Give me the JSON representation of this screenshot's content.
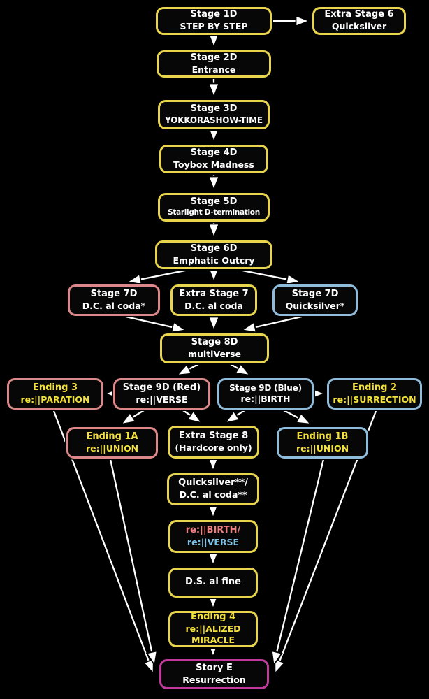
{
  "colors": {
    "yellow": "#e9d44e",
    "red": "#dd8888",
    "blue": "#90bcdc",
    "magenta": "#c03a9c",
    "text-yellow": "#f3e13b",
    "text-red": "#ef8080",
    "text-blue": "#7ec2e6",
    "arrow": "#ffffff",
    "background": "#000000"
  },
  "nodes": {
    "stage1d": {
      "line1": "Stage 1D",
      "line2": "STEP BY STEP"
    },
    "extra6": {
      "line1": "Extra Stage 6",
      "line2": "Quicksilver"
    },
    "stage2d": {
      "line1": "Stage 2D",
      "line2": "Entrance"
    },
    "stage3d": {
      "line1": "Stage 3D",
      "line2": "YOKKORASHOW-TIME"
    },
    "stage4d": {
      "line1": "Stage 4D",
      "line2": "Toybox Madness"
    },
    "stage5d": {
      "line1": "Stage 5D",
      "line2": "Starlight D-termination"
    },
    "stage6d": {
      "line1": "Stage 6D",
      "line2": "Emphatic Outcry"
    },
    "stage7d_red": {
      "line1": "Stage 7D",
      "line2": "D.C. al coda*"
    },
    "extra7": {
      "line1": "Extra Stage 7",
      "line2": "D.C. al coda"
    },
    "stage7d_blue": {
      "line1": "Stage 7D",
      "line2": "Quicksilver*"
    },
    "stage8d": {
      "line1": "Stage 8D",
      "line2": "multiVerse"
    },
    "ending3": {
      "line1": "Ending 3",
      "line2": "re:||PARATION"
    },
    "stage9d_red": {
      "line1": "Stage 9D (Red)",
      "line2": "re:||VERSE"
    },
    "stage9d_blue": {
      "line1": "Stage 9D (Blue)",
      "line2": "re:||BIRTH"
    },
    "ending2": {
      "line1": "Ending 2",
      "line2": "re:||SURRECTION"
    },
    "ending1a": {
      "line1": "Ending 1A",
      "line2": "re:||UNION"
    },
    "extra8": {
      "line1": "Extra Stage 8",
      "line2": "(Hardcore only)"
    },
    "ending1b": {
      "line1": "Ending 1B",
      "line2": "re:||UNION"
    },
    "quicksilver_dc": {
      "line1": "Quicksilver**/",
      "line2": "D.C. al coda**"
    },
    "rebirth_reverse": {
      "line1": "re:||BIRTH/",
      "line2": "re:||VERSE"
    },
    "ds_al_fine": {
      "line1": "D.S. al fine"
    },
    "ending4": {
      "line1": "Ending 4",
      "line2": "re:||ALIZED",
      "line3": "MIRACLE"
    },
    "story_e": {
      "line1": "Story E",
      "line2": "Resurrection"
    }
  },
  "edges": [
    [
      "stage1d",
      "extra6"
    ],
    [
      "stage1d",
      "stage2d"
    ],
    [
      "stage2d",
      "stage3d"
    ],
    [
      "stage3d",
      "stage4d"
    ],
    [
      "stage4d",
      "stage5d"
    ],
    [
      "stage5d",
      "stage6d"
    ],
    [
      "stage6d",
      "stage7d_red"
    ],
    [
      "stage6d",
      "extra7"
    ],
    [
      "stage6d",
      "stage7d_blue"
    ],
    [
      "stage7d_red",
      "stage8d"
    ],
    [
      "extra7",
      "stage8d"
    ],
    [
      "stage7d_blue",
      "stage8d"
    ],
    [
      "stage8d",
      "stage9d_red"
    ],
    [
      "stage8d",
      "stage9d_blue"
    ],
    [
      "stage9d_red",
      "ending3"
    ],
    [
      "stage9d_blue",
      "ending2"
    ],
    [
      "stage9d_red",
      "ending1a"
    ],
    [
      "stage9d_red",
      "extra8"
    ],
    [
      "stage9d_blue",
      "extra8"
    ],
    [
      "stage9d_blue",
      "ending1b"
    ],
    [
      "extra8",
      "quicksilver_dc"
    ],
    [
      "quicksilver_dc",
      "rebirth_reverse"
    ],
    [
      "rebirth_reverse",
      "ds_al_fine"
    ],
    [
      "ds_al_fine",
      "ending4"
    ],
    [
      "ending4",
      "story_e"
    ],
    [
      "ending3",
      "story_e"
    ],
    [
      "ending1a",
      "story_e"
    ],
    [
      "ending2",
      "story_e"
    ],
    [
      "ending1b",
      "story_e"
    ]
  ]
}
